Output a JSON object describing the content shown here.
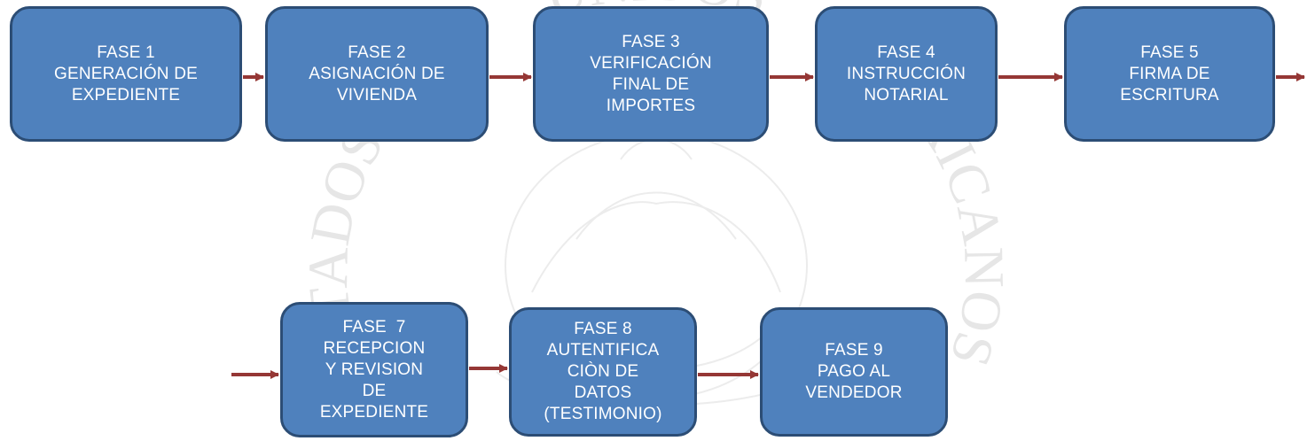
{
  "colors": {
    "node_fill": "#4f81bd",
    "node_border": "#2c4d75",
    "node_text": "#ffffff",
    "arrow": "#953735",
    "watermark": "#e9e9e9"
  },
  "watermark": {
    "top_arc_text": "UNIDOS",
    "left_arc_text": "ESTADOS",
    "right_arc_text": "MEXICANOS"
  },
  "phases": {
    "fase1": {
      "line1": "FASE 1",
      "line2": "GENERACIÓN DE",
      "line3": "EXPEDIENTE"
    },
    "fase2": {
      "line1": "FASE 2",
      "line2": "ASIGNACIÓN DE",
      "line3": "VIVIENDA"
    },
    "fase3": {
      "line1": "FASE 3",
      "line2": "VERIFICACIÓN",
      "line3": "FINAL DE",
      "line4": "IMPORTES"
    },
    "fase4": {
      "line1": "FASE 4",
      "line2": "INSTRUCCIÓN",
      "line3": "NOTARIAL"
    },
    "fase5": {
      "line1": "FASE 5",
      "line2": "FIRMA DE",
      "line3": "ESCRITURA"
    },
    "fase7": {
      "line1": "FASE  7",
      "line2": "RECEPCION",
      "line3": "Y REVISION",
      "line4": "DE",
      "line5": "EXPEDIENTE"
    },
    "fase8": {
      "line1": "FASE 8",
      "line2": "AUTENTIFICA",
      "line3": "CIÒN DE",
      "line4": "DATOS",
      "line5": "(TESTIMONIO)"
    },
    "fase9": {
      "line1": "FASE 9",
      "line2": "PAGO AL",
      "line3": "VENDEDOR"
    }
  }
}
